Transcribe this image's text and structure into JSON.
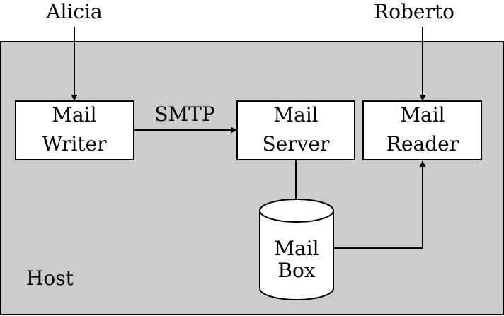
{
  "actors": {
    "left": "Alicia",
    "right": "Roberto"
  },
  "host": {
    "label": "Host",
    "fill": "#cccccc"
  },
  "boxes": {
    "mail_writer": {
      "line1": "Mail",
      "line2": "Writer"
    },
    "mail_server": {
      "line1": "Mail",
      "line2": "Server"
    },
    "mail_reader": {
      "line1": "Mail",
      "line2": "Reader"
    },
    "mail_box": {
      "line1": "Mail",
      "line2": "Box"
    }
  },
  "edges": {
    "writer_to_server": "SMTP"
  }
}
